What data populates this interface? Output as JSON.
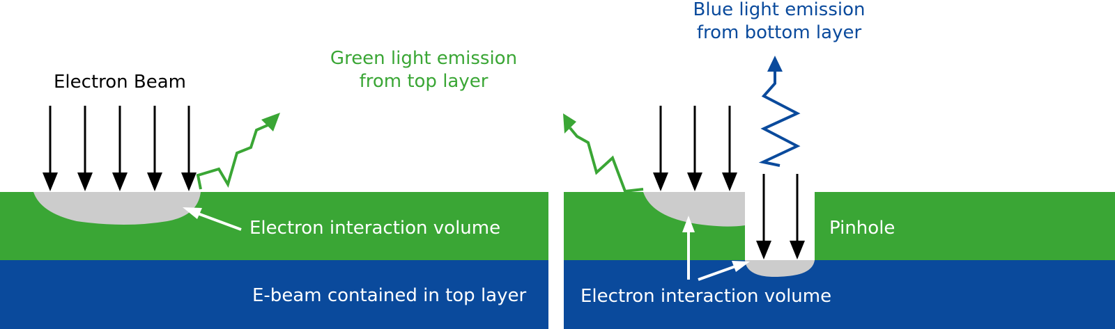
{
  "colors": {
    "green_layer": "#3aa635",
    "blue_layer": "#0a4a9c",
    "interaction_volume": "#cccccc",
    "green_emission": "#3aa635",
    "blue_emission": "#0a4a9c",
    "beam": "#000000",
    "pointer": "#ffffff"
  },
  "left_panel": {
    "beam_label": "Electron Beam",
    "emission_label_line1": "Green light emission",
    "emission_label_line2": "from top layer",
    "volume_label": "Electron interaction volume",
    "bottom_label": "E-beam contained in top layer"
  },
  "right_panel": {
    "emission_label_line1": "Blue light emission",
    "emission_label_line2": "from bottom layer",
    "pinhole_label": "Pinhole",
    "volume_label": "Electron interaction volume"
  }
}
